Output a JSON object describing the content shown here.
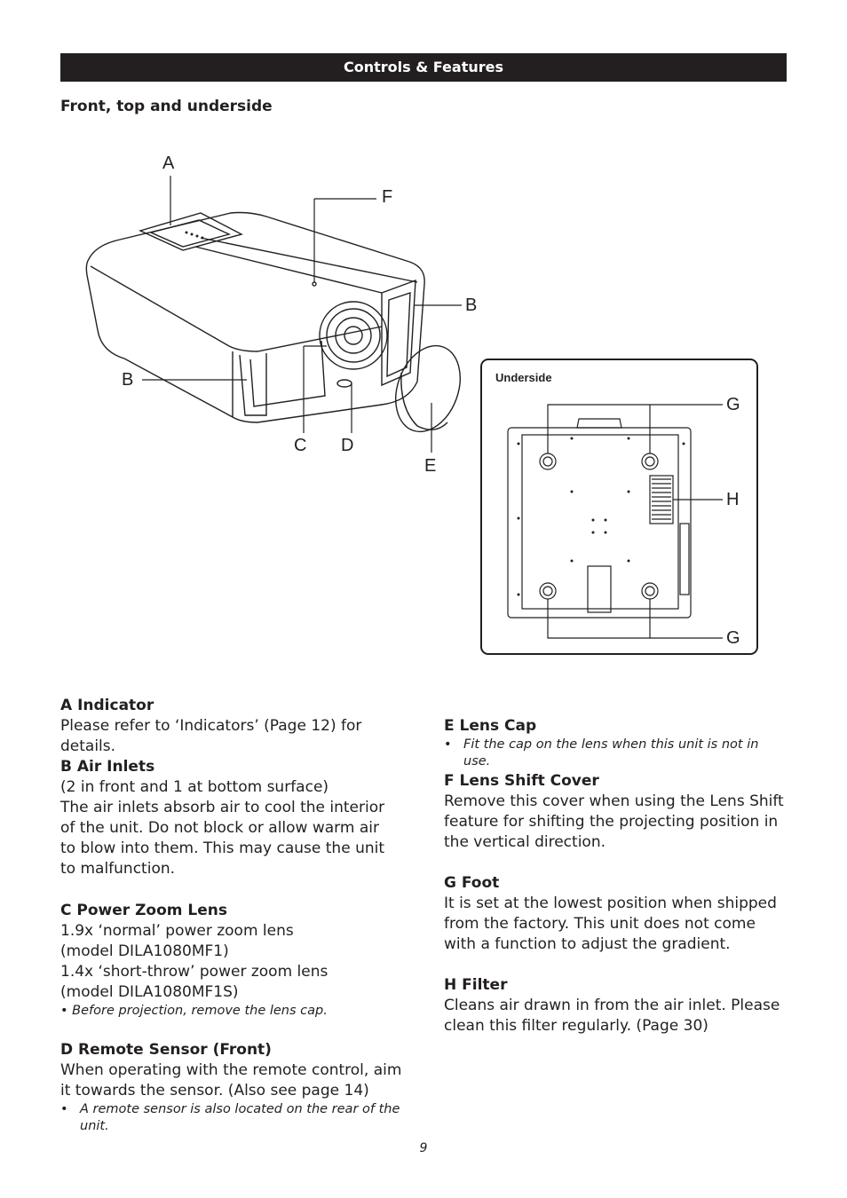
{
  "header": {
    "title": "Controls & Features"
  },
  "section_title": "Front, top and underside",
  "figure": {
    "callouts": {
      "a": "A",
      "b1": "B",
      "b2": "B",
      "c": "C",
      "d": "D",
      "e": "E",
      "f": "F",
      "g1": "G",
      "g2": "G",
      "h": "H"
    },
    "underside_label": "Underside"
  },
  "items": {
    "a": {
      "title": "A Indicator",
      "text": "Please refer to ‘Indicators’ (Page 12) for details."
    },
    "b": {
      "title": "B Air Inlets",
      "line1": "(2 in front and 1 at bottom surface)",
      "text": "The air inlets absorb air to cool the interior of the unit. Do not block or allow warm air to blow into them. This may cause the unit to malfunction."
    },
    "c": {
      "title": "C Power Zoom Lens",
      "l1": "1.9x ‘normal’ power zoom lens",
      "l2": "(model DILA1080MF1)",
      "l3": "1.4x ‘short-throw’ power zoom lens",
      "l4": "(model DILA1080MF1S)",
      "note": "• Before projection, remove the lens cap."
    },
    "d": {
      "title": "D Remote Sensor (Front)",
      "text": "When operating with the remote control, aim it towards the sensor. (Also see page 14)",
      "bullet": "•",
      "note": "A remote sensor is also located on the rear of the unit."
    },
    "e": {
      "title": "E Lens Cap",
      "bullet": "•",
      "note": "Fit the cap on the lens when this unit is not in use."
    },
    "f": {
      "title": "F Lens Shift Cover",
      "text": "Remove this cover when using the Lens Shift feature for shifting the projecting position in the vertical direction."
    },
    "g": {
      "title": "G Foot",
      "text": "It is set at the lowest position when shipped from the factory. This unit does not come with a function to adjust the gradient."
    },
    "h": {
      "title": "H Filter",
      "text": "Cleans air drawn in from the air inlet. Please clean this filter regularly. (Page 30)"
    }
  },
  "page_number": "9"
}
